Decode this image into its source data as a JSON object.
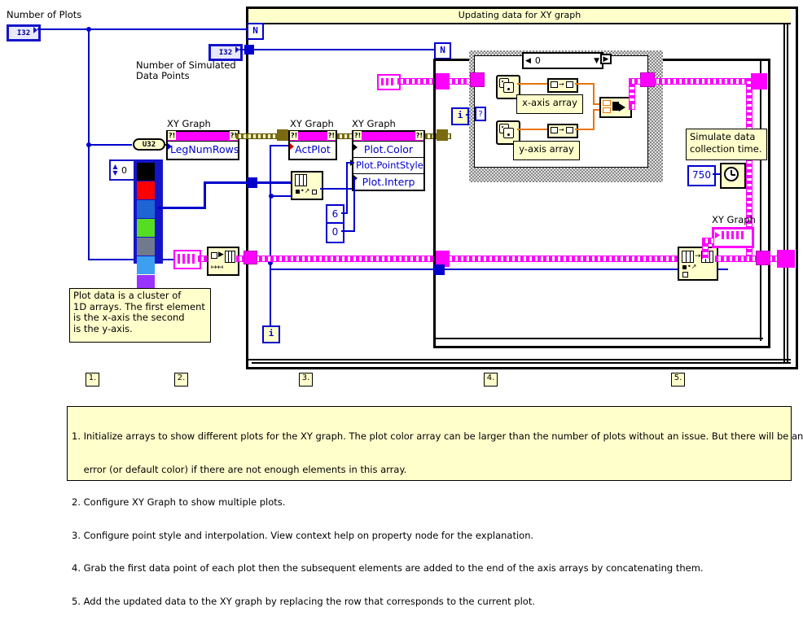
{
  "diagram": {
    "title": "Updating data for XY graph",
    "labels": {
      "number_of_plots": "Number of Plots",
      "number_of_simulated_data_points": "Number of Simulated\nData Points",
      "xy_graph_1": "XY Graph",
      "xy_graph_2": "XY Graph",
      "xy_graph_3": "XY Graph",
      "xy_graph_4": "XY Graph",
      "x_axis_array": "x-axis array",
      "y_axis_array": "y-axis array",
      "simulate_time": "Simulate data\ncollection time."
    },
    "terminals": {
      "number_of_plots_type": "I32",
      "number_of_points_type": "I32",
      "legnumrows_coercion": "U32",
      "loop_count_n": "N",
      "iteration_i": "i",
      "case_selector_q": "?"
    },
    "property_nodes": [
      {
        "name": "legnumrows-property-node",
        "rows": [
          "LegNumRows"
        ]
      },
      {
        "name": "actplot-property-node",
        "rows": [
          "ActPlot"
        ]
      },
      {
        "name": "plot-appearance-property-node",
        "rows": [
          "Plot.Color",
          "Plot.PointStyle",
          "Plot.Interp"
        ]
      }
    ],
    "constants": {
      "array_index": "0",
      "point_style": "6",
      "interpolation": "0",
      "wait_ms": "750",
      "case_selector_value": "0"
    },
    "plot_colors": [
      "#000000",
      "#ff0000",
      "#1e64d2",
      "#55dd22",
      "#707a8c",
      "#3c9ff0",
      "#9933ff"
    ],
    "step_markers": [
      "1.",
      "2.",
      "3.",
      "4.",
      "5."
    ],
    "comment_plot_data": "Plot data is a cluster of\n1D arrays. The first element\nis the x-axis the second\nis the y-axis.",
    "notes": [
      "1. Initialize arrays to show different plots for the XY graph. The plot color array can be larger than the number of plots without an issue. But there will be an",
      "    error (or default color) if there are not enough elements in this array.",
      "2. Configure XY Graph to show multiple plots.",
      "3. Configure point style and interpolation. View context help on property node for the explanation.",
      "4. Grab the first data point of each plot then the subsequent elements are added to the end of the axis arrays by concatenating them.",
      "5. Add the updated data to the XY graph by replacing the row that corresponds to the current plot."
    ]
  }
}
